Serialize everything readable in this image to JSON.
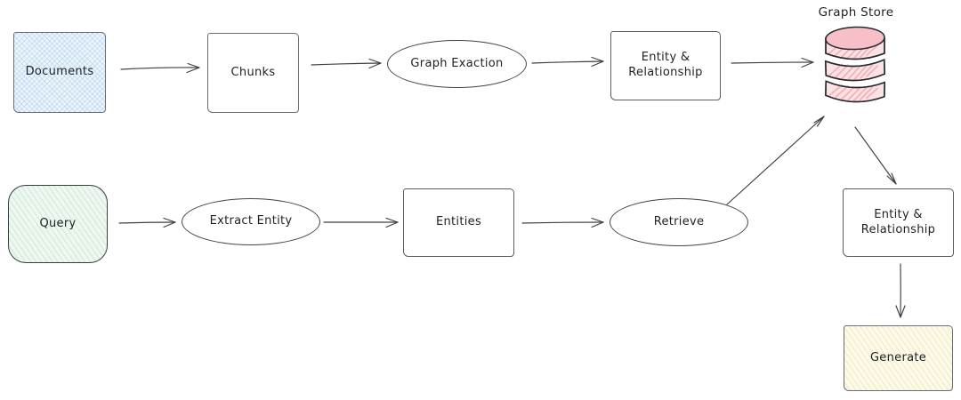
{
  "diagram": {
    "nodes": {
      "documents": {
        "label": "Documents",
        "shape": "rectangle",
        "fill": "#edf5fc"
      },
      "chunks": {
        "label": "Chunks",
        "shape": "rectangle",
        "fill": "#ffffff"
      },
      "graph_extraction": {
        "label": "Graph Exaction",
        "shape": "ellipse",
        "fill": "#ffffff"
      },
      "er_ingest": {
        "label": "Entity & Relationship",
        "shape": "rectangle",
        "fill": "#ffffff"
      },
      "graph_store": {
        "label": "Graph Store",
        "shape": "database",
        "fill": "#fbe2e4",
        "top_fill": "#f7c0c8",
        "icon": "database-icon"
      },
      "query": {
        "label": "Query",
        "shape": "rounded-rectangle",
        "fill": "#eef8f1"
      },
      "extract_entity": {
        "label": "Extract Entity",
        "shape": "ellipse",
        "fill": "#ffffff"
      },
      "entities": {
        "label": "Entities",
        "shape": "rectangle",
        "fill": "#ffffff"
      },
      "retrieve": {
        "label": "Retrieve",
        "shape": "ellipse",
        "fill": "#ffffff"
      },
      "er_query": {
        "label": "Entity & Relationship",
        "shape": "rectangle",
        "fill": "#ffffff"
      },
      "generate": {
        "label": "Generate",
        "shape": "rectangle",
        "fill": "#fdfaea"
      }
    },
    "edges": [
      {
        "from": "documents",
        "to": "chunks"
      },
      {
        "from": "chunks",
        "to": "graph_extraction"
      },
      {
        "from": "graph_extraction",
        "to": "er_ingest"
      },
      {
        "from": "er_ingest",
        "to": "graph_store"
      },
      {
        "from": "query",
        "to": "extract_entity"
      },
      {
        "from": "extract_entity",
        "to": "entities"
      },
      {
        "from": "entities",
        "to": "retrieve"
      },
      {
        "from": "retrieve",
        "to": "graph_store"
      },
      {
        "from": "graph_store",
        "to": "er_query"
      },
      {
        "from": "er_query",
        "to": "generate"
      }
    ],
    "colors": {
      "background": "#ffffff",
      "stroke": "#3f434a",
      "arrow": "#3f3f3f",
      "text": "#1d2025",
      "documents_fill": "#edf5fc",
      "query_fill": "#eef8f1",
      "generate_fill": "#fdfaea",
      "store_band_fill": "#fbe2e4",
      "store_top_fill": "#f7c0c8",
      "store_hatch": "#f3a9b2"
    }
  }
}
